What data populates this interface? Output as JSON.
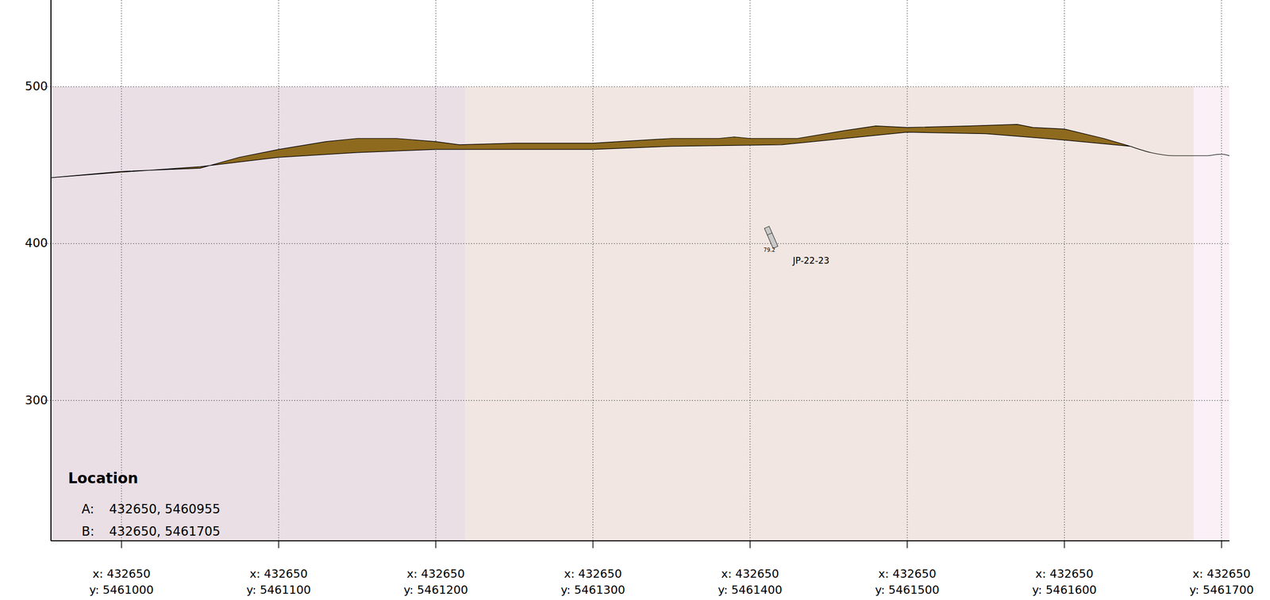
{
  "diagram": {
    "labels": [
      "500",
      "400",
      "300",
      "x: 432650",
      "y: 5461000",
      "x: 432650",
      "y: 5461100",
      "x: 432650",
      "y: 5461200",
      "x: 432650",
      "y: 5461300",
      "x: 432650",
      "y: 5461400",
      "x: 432650",
      "y: 5461500",
      "x: 432650",
      "y: 5461600",
      "x: 432650",
      "y: 5461700",
      "Location",
      "A:",
      "432650, 5460955",
      "B:",
      "432650, 5461705",
      "79.2",
      "JP-22-23"
    ]
  }
}
